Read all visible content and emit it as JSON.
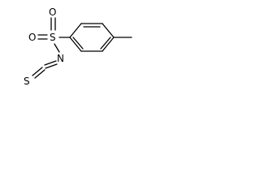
{
  "molecule": {
    "atoms": {
      "sulfonyl_sulfur": "S",
      "oxygen_top": "O",
      "oxygen_left": "O",
      "nitrogen": "N",
      "thio_sulfur": "S"
    },
    "bond_color": "#000000",
    "background": "#ffffff"
  }
}
